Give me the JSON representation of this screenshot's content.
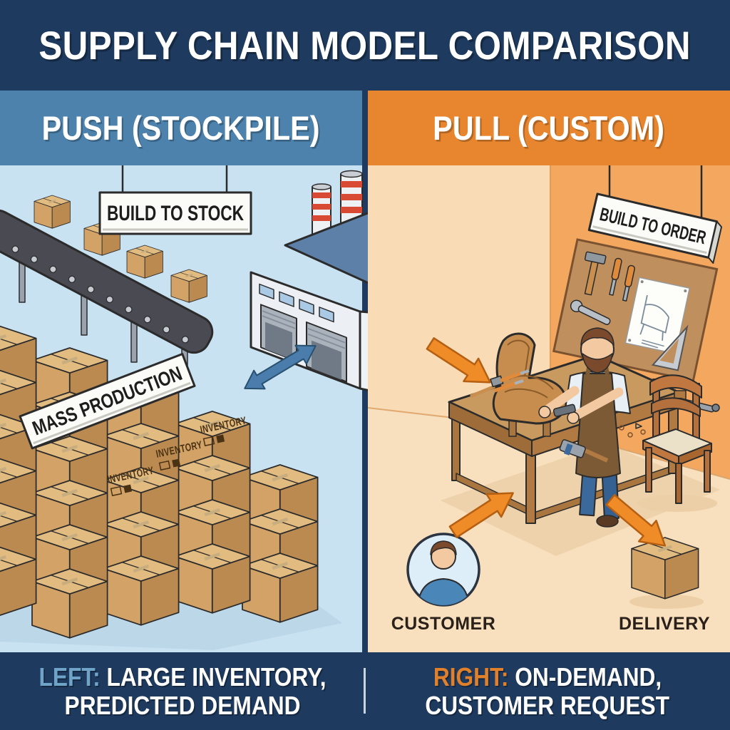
{
  "title": "SUPPLY CHAIN MODEL COMPARISON",
  "panels": {
    "left": {
      "header": "PUSH (STOCKPILE)",
      "hanging_sign": "BUILD TO STOCK",
      "tilted_sign": "MASS PRODUCTION",
      "box_label": "INVENTORY",
      "icons": [
        "conveyor-belt-icon",
        "factory-icon",
        "inventory-boxes-icon",
        "double-arrow-icon"
      ]
    },
    "right": {
      "header": "PULL (CUSTOM)",
      "hanging_sign": "BUILD TO ORDER",
      "customer_label": "CUSTOMER",
      "delivery_label": "DELIVERY",
      "icons": [
        "pegboard-tools-icon",
        "workbench-icon",
        "craftsman-icon",
        "chair-icon",
        "customer-avatar-icon",
        "delivery-box-icon",
        "flow-arrow-icon"
      ]
    }
  },
  "footer": {
    "left": {
      "prefix": "LEFT:",
      "line1": "LARGE INVENTORY,",
      "line2": "PREDICTED DEMAND"
    },
    "right": {
      "prefix": "RIGHT:",
      "line1": "ON-DEMAND,",
      "line2": "CUSTOMER REQUEST"
    }
  },
  "colors": {
    "navy": "#1e3a5e",
    "header_blue": "#4d82ad",
    "header_orange": "#e8862f",
    "left_bg": "#c9e2f2",
    "right_wall_light": "#f9dcb6",
    "right_wall_dark": "#f3a75f",
    "right_floor": "#f8dfbd",
    "accent_left": "#6fa3c8",
    "accent_right": "#e0802b",
    "box_front": "#d2a266",
    "box_side": "#bb8a50",
    "box_top": "#e2bb80",
    "belt": "#4a4a52",
    "roof_blue": "#5d80a8",
    "factory_wall": "#eceff3",
    "window_blue": "#a9c9e4",
    "chimney_red": "#d94a35",
    "arrow_blue": "#4a7dab",
    "arrow_orange": "#f08c28",
    "wood": "#c49258",
    "sign_white": "#fbfbf8",
    "ink": "#20201e"
  }
}
